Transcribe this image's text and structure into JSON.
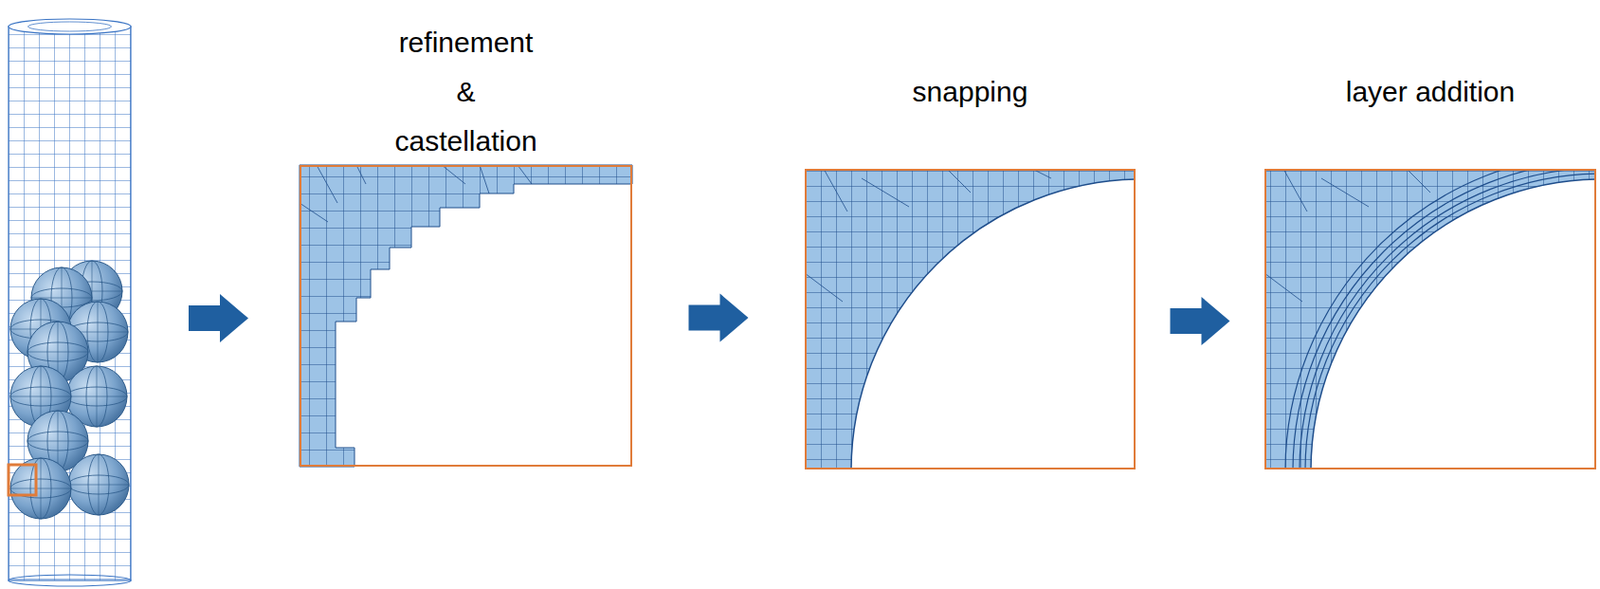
{
  "diagram": {
    "nodes": [
      {
        "text": [
          "refinement & castellation"
        ]
      },
      {
        "text": [
          "snapping"
        ]
      },
      {
        "text": [
          "layer addition"
        ]
      }
    ],
    "edges": [
      {
        "from": 0,
        "to": 1,
        "arrow": "to"
      },
      {
        "from": 1,
        "to": 2,
        "arrow": "to"
      }
    ]
  }
}
